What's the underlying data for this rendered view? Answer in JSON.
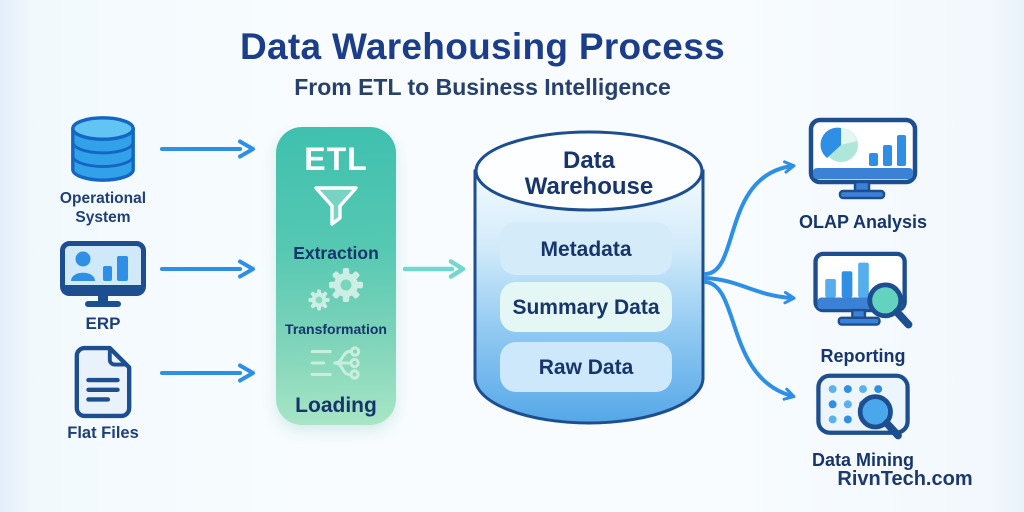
{
  "header": {
    "title": "Data Warehousing Process",
    "subtitle": "From ETL to Business Intelligence"
  },
  "sources": [
    {
      "label": "Operational System",
      "icon": "database-icon"
    },
    {
      "label": "ERP",
      "icon": "erp-monitor-icon"
    },
    {
      "label": "Flat Files",
      "icon": "flat-file-icon"
    }
  ],
  "etl": {
    "title": "ETL",
    "steps": [
      {
        "label": "Extraction",
        "icon": "funnel-icon"
      },
      {
        "label": "Transformation",
        "icon": "gears-icon"
      },
      {
        "label": "Loading",
        "icon": "flow-branch-icon"
      }
    ]
  },
  "warehouse": {
    "title_line1": "Data",
    "title_line2": "Warehouse",
    "layers": [
      "Metadata",
      "Summary Data",
      "Raw Data"
    ]
  },
  "outputs": [
    {
      "label": "OLAP Analysis",
      "icon": "olap-chart-monitor-icon"
    },
    {
      "label": "Reporting",
      "icon": "report-magnifier-monitor-icon"
    },
    {
      "label": "Data Mining",
      "icon": "data-grid-magnifier-icon"
    }
  ],
  "footer": {
    "brand": "RivnTech.com"
  },
  "colors": {
    "title_navy": "#1c3e8a",
    "label_navy": "#1e3f7a",
    "outline_navy": "#1d4e90",
    "arrow_blue": "#2e8fe6",
    "arrow_teal": "#74d6ce",
    "icon_blue": "#2f8fe5",
    "etl_gradient_top": "#3fc0af",
    "etl_gradient_bottom": "#a9e6c6",
    "cylinder_blue": "#58a8e8"
  }
}
